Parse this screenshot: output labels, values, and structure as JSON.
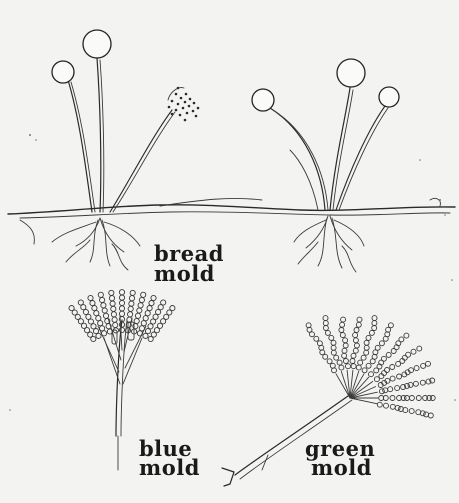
{
  "labels": {
    "bread_line1": "bread",
    "bread_line2": "mold",
    "blue_line1": "blue",
    "blue_line2": "mold",
    "green_line1": "green",
    "green_line2": "mold"
  },
  "colors": {
    "paper": "#f3f3f1",
    "ink": "#2a2a2a"
  }
}
